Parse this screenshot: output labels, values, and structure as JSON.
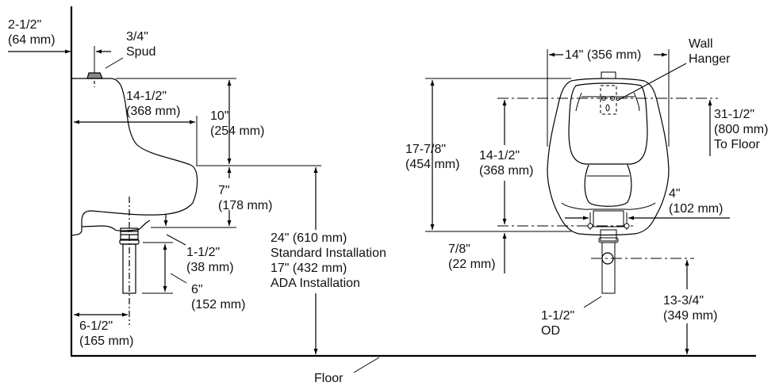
{
  "diagram": {
    "type": "rough-in dimension drawing",
    "views": [
      "side-view",
      "front-view"
    ],
    "colors": {
      "line": "#000000",
      "text": "#111111",
      "background": "#ffffff",
      "spud_fill": "#888888"
    }
  },
  "side_view": {
    "wall_offset": {
      "line1": "2-1/2\"",
      "line2": "(64 mm)"
    },
    "spud": {
      "line1": "3/4\"",
      "line2": "Spud"
    },
    "depth": {
      "line1": "14-1/2\"",
      "line2": "(368 mm)"
    },
    "top_to_lip": {
      "line1": "10\"",
      "line2": "(254 mm)"
    },
    "lip_to_outlet": {
      "line1": "7\"",
      "line2": "(178 mm)"
    },
    "outlet_gap": {
      "line1": "1-1/2\"",
      "line2": "(38 mm)"
    },
    "tailpiece": {
      "line1": "6\"",
      "line2": "(152 mm)"
    },
    "outlet_from_wall": {
      "line1": "6-1/2\"",
      "line2": "(165 mm)"
    },
    "rim_height": {
      "line1": "24\" (610 mm)",
      "line2": "Standard Installation",
      "line3": "17\" (432 mm)",
      "line4": "ADA Installation"
    },
    "floor_label": "Floor"
  },
  "front_view": {
    "width": {
      "label": "14\" (356 mm)"
    },
    "wall_hanger": {
      "line1": "Wall",
      "line2": "Hanger"
    },
    "hanger_to_floor": {
      "line1": "31-1/2\"",
      "line2": "(800 mm)",
      "line3": "To Floor"
    },
    "overall_height": {
      "line1": "17-7/8\"",
      "line2": "(454 mm)"
    },
    "hanger_to_bolts": {
      "line1": "14-1/2\"",
      "line2": "(368 mm)"
    },
    "bolt_spacing": {
      "line1": "4\"",
      "line2": "(102 mm)"
    },
    "bottom_offset": {
      "line1": "7/8\"",
      "line2": "(22 mm)"
    },
    "outlet_od": {
      "line1": "1-1/2\"",
      "line2": "OD"
    },
    "outlet_to_floor": {
      "line1": "13-3/4\"",
      "line2": "(349 mm)"
    }
  }
}
